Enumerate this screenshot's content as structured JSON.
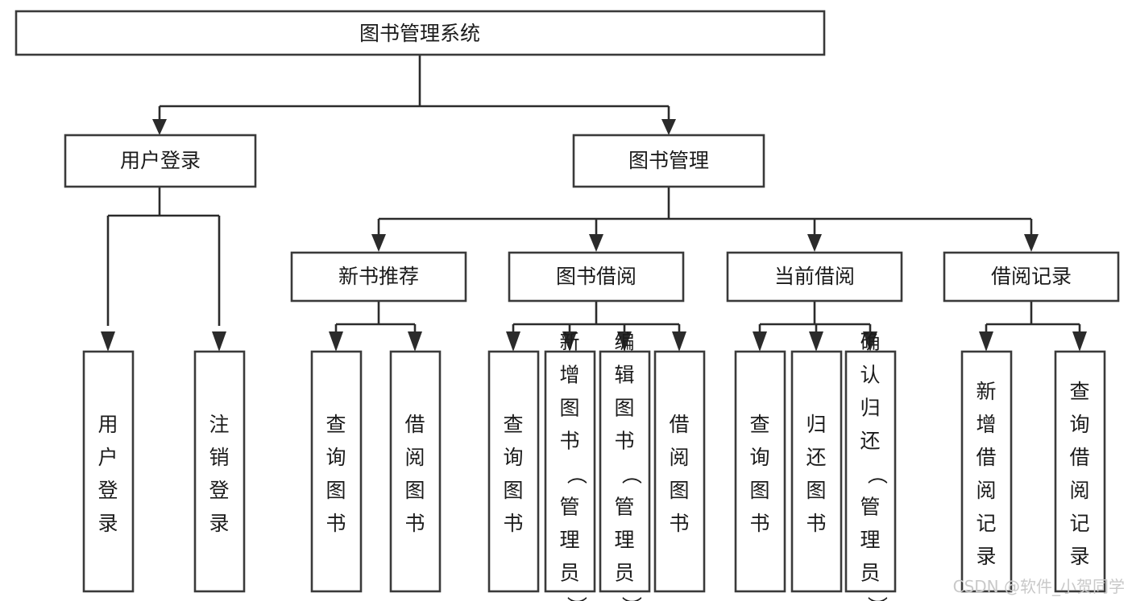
{
  "diagram": {
    "type": "tree-hierarchy-chart",
    "title": "图书管理系统",
    "watermark": "CSDN @软件_小贺同学",
    "colors": {
      "box_fill": "#ffffff",
      "box_stroke": "#3a3a3a",
      "connector": "#2b2b2b",
      "text": "#1b1b1b",
      "watermark": "#c9c9c9",
      "background": "#ffffff"
    },
    "levels": {
      "root": {
        "label": "图书管理系统"
      },
      "level2": [
        {
          "label": "用户登录"
        },
        {
          "label": "图书管理"
        }
      ],
      "level3": [
        {
          "label": "新书推荐"
        },
        {
          "label": "图书借阅"
        },
        {
          "label": "当前借阅"
        },
        {
          "label": "借阅记录"
        }
      ]
    },
    "leaves": {
      "user_login": [
        {
          "label": "用户登录"
        },
        {
          "label": "注销登录"
        }
      ],
      "new_book_recommend": [
        {
          "label": "查询图书"
        },
        {
          "label": "借阅图书"
        }
      ],
      "book_borrow": [
        {
          "label": "查询图书"
        },
        {
          "label": "新增图书（管理员）"
        },
        {
          "label": "编辑图书（管理员）"
        },
        {
          "label": "借阅图书"
        }
      ],
      "current_borrow": [
        {
          "label": "查询图书"
        },
        {
          "label": "归还图书"
        },
        {
          "label": "确认归还（管理员）"
        }
      ],
      "borrow_record": [
        {
          "label": "新增借阅记录"
        },
        {
          "label": "查询借阅记录"
        }
      ]
    }
  }
}
